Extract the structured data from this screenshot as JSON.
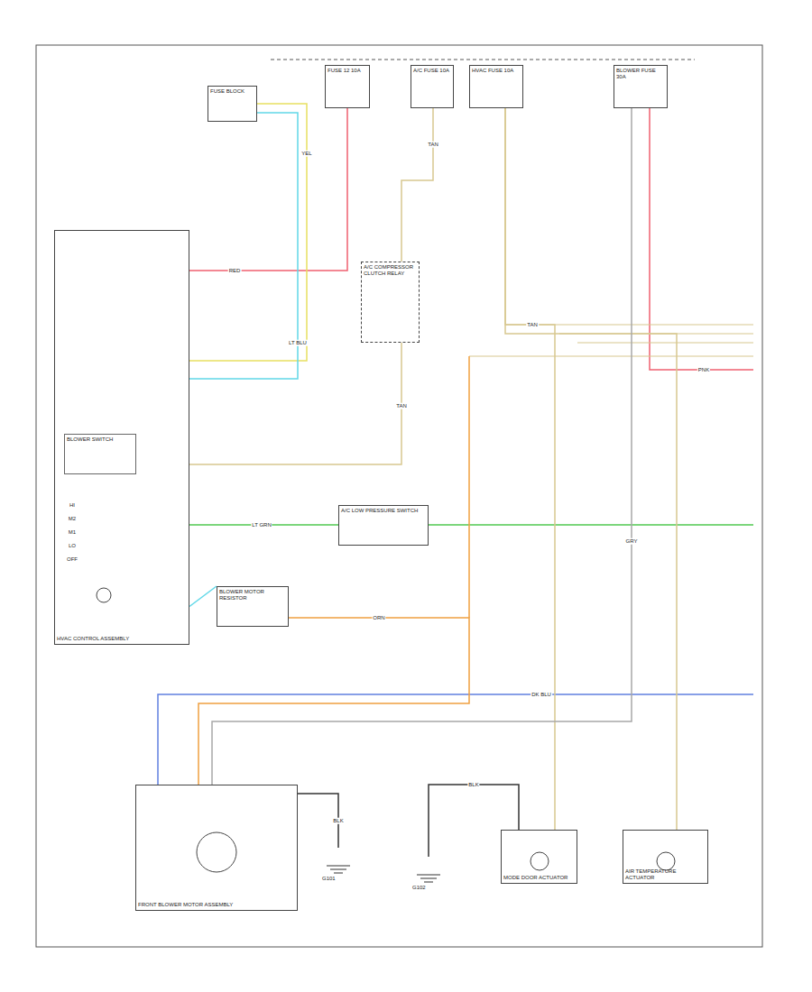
{
  "diagram": {
    "nodes": [
      {
        "text": [
          "FUSE BLOCK"
        ]
      },
      {
        "text": [
          "FUSE 12 10A"
        ]
      },
      {
        "text": [
          "A/C FUSE 10A"
        ]
      },
      {
        "text": [
          "HVAC FUSE 10A"
        ]
      },
      {
        "text": [
          "BLOWER FUSE 30A"
        ]
      },
      {
        "text": [
          "HVAC CONTROL ASSEMBLY"
        ]
      },
      {
        "text": [
          "BLOWER SWITCH"
        ],
        "in": 5
      },
      {
        "text": [
          "A/C COMPRESSOR CLUTCH RELAY"
        ]
      },
      {
        "text": [
          "A/C LOW PRESSURE SWITCH"
        ]
      },
      {
        "text": [
          "BLOWER MOTOR RESISTOR"
        ]
      },
      {
        "text": [
          "FRONT BLOWER MOTOR ASSEMBLY"
        ]
      },
      {
        "text": [
          "G101"
        ]
      },
      {
        "text": [
          "G102"
        ]
      },
      {
        "text": [
          "MODE DOOR ACTUATOR"
        ]
      },
      {
        "text": [
          "AIR TEMPERATURE ACTUATOR"
        ]
      }
    ],
    "edges": [
      {
        "from": 1,
        "to": 5,
        "arrow": "none"
      },
      {
        "from": 2,
        "to": 7,
        "arrow": "none"
      },
      {
        "from": 7,
        "to": 5,
        "arrow": "none"
      },
      {
        "from": 3,
        "to": 13,
        "arrow": "none"
      },
      {
        "from": 3,
        "to": 14,
        "arrow": "none"
      },
      {
        "from": 4,
        "to": 10,
        "arrow": "none"
      },
      {
        "from": 5,
        "to": 8,
        "arrow": "none"
      },
      {
        "from": 9,
        "to": 5,
        "arrow": "none"
      },
      {
        "from": 9,
        "to": 10,
        "arrow": "none"
      },
      {
        "from": 10,
        "to": 11,
        "arrow": "none"
      },
      {
        "from": 12,
        "to": 13,
        "arrow": "none"
      },
      {
        "from": 0,
        "to": 5,
        "arrow": "none"
      },
      {
        "from": 0,
        "to": 5,
        "arrow": "none"
      }
    ],
    "labels": [
      "RED",
      "TAN",
      "TAN",
      "TAN",
      "GRY",
      "LT GRN",
      "ORN",
      "BLK",
      "BLK",
      "YEL",
      "LT BLU",
      "HI",
      "M2",
      "M1",
      "LO",
      "OFF",
      "DK BLU",
      "PNK"
    ]
  }
}
